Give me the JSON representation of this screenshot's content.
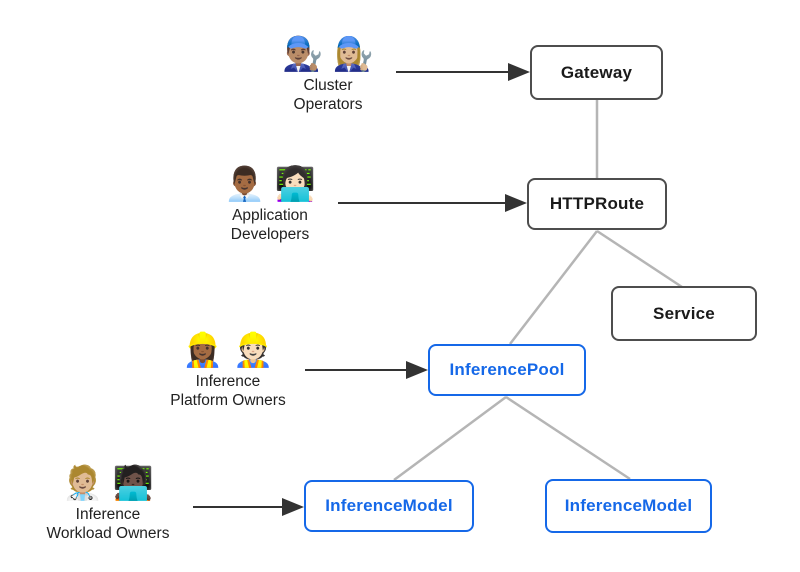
{
  "diagram": {
    "actors": [
      {
        "emojis": "👨🏽‍🔧 👩🏼‍🔧",
        "label_line1": "Cluster",
        "label_line2": "Operators"
      },
      {
        "emojis": "👨🏾‍💼 👩🏻‍💻",
        "label_line1": "Application",
        "label_line2": "Developers"
      },
      {
        "emojis": "👷🏾‍♀️ 👷🏻",
        "label_line1": "Inference",
        "label_line2": "Platform Owners"
      },
      {
        "emojis": "🧑🏼‍⚕️ 🧑🏿‍💻",
        "label_line1": "Inference",
        "label_line2": "Workload Owners"
      }
    ],
    "nodes": {
      "gateway": {
        "label": "Gateway"
      },
      "httproute": {
        "label": "HTTPRoute"
      },
      "service": {
        "label": "Service"
      },
      "inferencepool": {
        "label": "InferencePool"
      },
      "inferencemodel_left": {
        "label": "InferenceModel"
      },
      "inferencemodel_right": {
        "label": "InferenceModel"
      }
    },
    "colors": {
      "standard_node_border": "#4d4d4d",
      "extension_node": "#1568e8",
      "connector_line": "#b5b5b5",
      "arrow": "#333333"
    }
  }
}
